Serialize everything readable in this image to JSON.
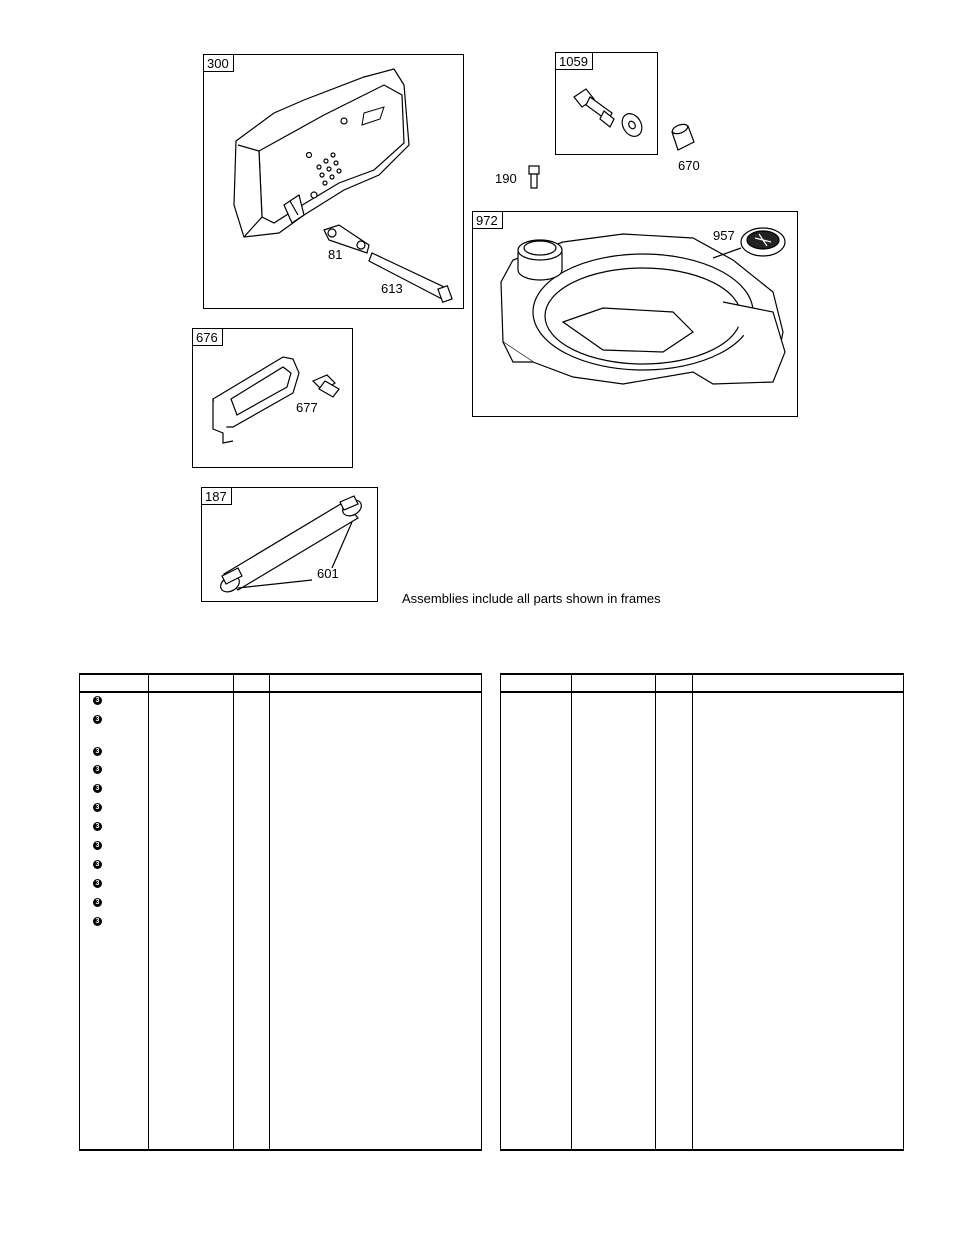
{
  "frames": {
    "muffler": {
      "number": "300",
      "callouts": [
        "81",
        "613"
      ]
    },
    "bolt_kit": {
      "number": "1059"
    },
    "spacer": {
      "callout": "670"
    },
    "screw": {
      "callout": "190"
    },
    "tank": {
      "number": "972",
      "callouts": [
        "957"
      ]
    },
    "guard": {
      "number": "676",
      "callouts": [
        "677"
      ]
    },
    "hose": {
      "number": "187",
      "callouts": [
        "601"
      ]
    }
  },
  "note": "Assemblies include all parts shown in frames",
  "table_left": {
    "bullet_glyph": "3",
    "bullet_rows": 12
  },
  "table_right": {}
}
